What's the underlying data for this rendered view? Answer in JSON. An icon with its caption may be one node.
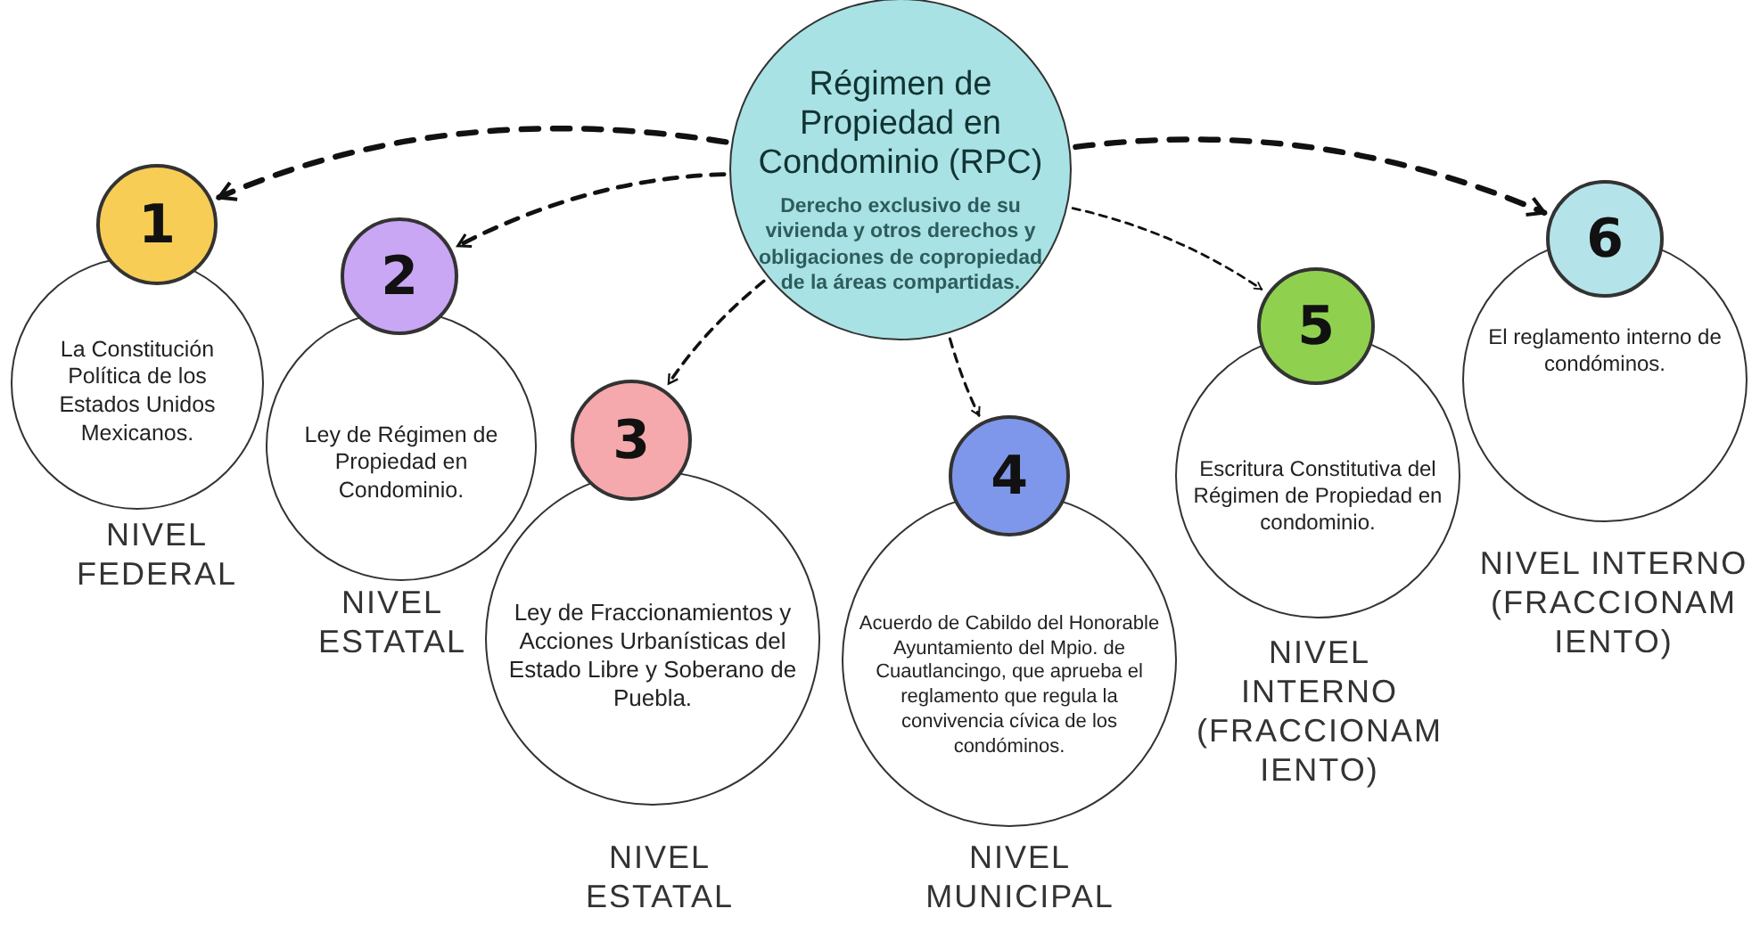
{
  "diagram": {
    "nodes": [
      {
        "text": [
          "Régimen de Propiedad en Condominio (RPC)",
          "Derecho exclusivo de su vivienda y otros derechos y obligaciones de copropiedad de la áreas compartidas."
        ]
      },
      {
        "text": [
          "1"
        ]
      },
      {
        "text": [
          "La Constitución Política de los Estados Unidos Mexicanos."
        ],
        "beside": [
          "NIVEL FEDERAL"
        ]
      },
      {
        "text": [
          "2"
        ]
      },
      {
        "text": [
          "Ley de Régimen de Propiedad en Condominio."
        ],
        "beside": [
          "NIVEL ESTATAL"
        ]
      },
      {
        "text": [
          "3"
        ]
      },
      {
        "text": [
          "Ley de Fraccionamientos y Acciones Urbanísticas del Estado Libre y Soberano de Puebla."
        ],
        "beside": [
          "NIVEL ESTATAL"
        ]
      },
      {
        "text": [
          "4"
        ]
      },
      {
        "text": [
          "Acuerdo de Cabildo del Honorable Ayuntamiento del Mpio. de Cuautlancingo, que aprueba el reglamento que regula la convivencia cívica de los condóminos."
        ],
        "beside": [
          "NIVEL MUNICIPAL"
        ]
      },
      {
        "text": [
          "5"
        ]
      },
      {
        "text": [
          "Escritura Constitutiva del Régimen de Propiedad en condominio."
        ],
        "beside": [
          "NIVEL INTERNO (FRACCIONAM IENTO)"
        ]
      },
      {
        "text": [
          "6"
        ]
      },
      {
        "text": [
          "El reglamento interno de condóminos."
        ],
        "beside": [
          "NIVEL INTERNO (FRACCIONAM IENTO)"
        ]
      }
    ],
    "edges": [
      {
        "from": 0,
        "to": 1,
        "arrow": "to",
        "style": "dashed"
      },
      {
        "from": 0,
        "to": 3,
        "arrow": "to",
        "style": "dashed"
      },
      {
        "from": 0,
        "to": 5,
        "arrow": "to",
        "style": "dashed"
      },
      {
        "from": 0,
        "to": 7,
        "arrow": "to",
        "style": "dashed"
      },
      {
        "from": 0,
        "to": 9,
        "arrow": "to",
        "style": "dashed"
      },
      {
        "from": 0,
        "to": 11,
        "arrow": "to",
        "style": "dashed"
      }
    ]
  }
}
